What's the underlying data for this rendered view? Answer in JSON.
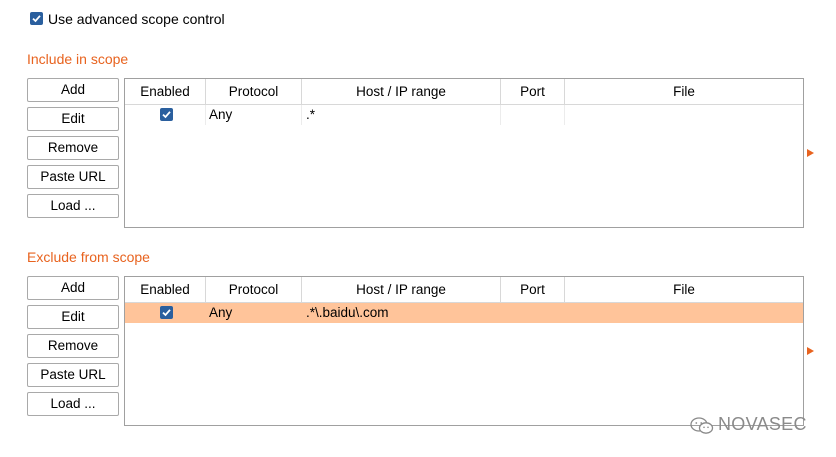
{
  "advanced_scope": {
    "label": "Use advanced scope control",
    "checked": true
  },
  "include": {
    "title": "Include in scope",
    "buttons": [
      "Add",
      "Edit",
      "Remove",
      "Paste URL",
      "Load ..."
    ],
    "columns": [
      "Enabled",
      "Protocol",
      "Host / IP range",
      "Port",
      "File"
    ],
    "rows": [
      {
        "enabled": true,
        "protocol": "Any",
        "host": ".*",
        "port": "",
        "file": ""
      }
    ]
  },
  "exclude": {
    "title": "Exclude from scope",
    "buttons": [
      "Add",
      "Edit",
      "Remove",
      "Paste URL",
      "Load ..."
    ],
    "columns": [
      "Enabled",
      "Protocol",
      "Host / IP range",
      "Port",
      "File"
    ],
    "rows": [
      {
        "enabled": true,
        "protocol": "Any",
        "host": ".*\\.baidu\\.com",
        "port": "",
        "file": "",
        "selected": true
      }
    ]
  },
  "watermark": {
    "text": "NOVASEC",
    "icon": "wechat-icon"
  },
  "colors": {
    "accent": "#e8631f",
    "checkbox": "#2a5f9e",
    "selected_row": "#ffc49a"
  }
}
